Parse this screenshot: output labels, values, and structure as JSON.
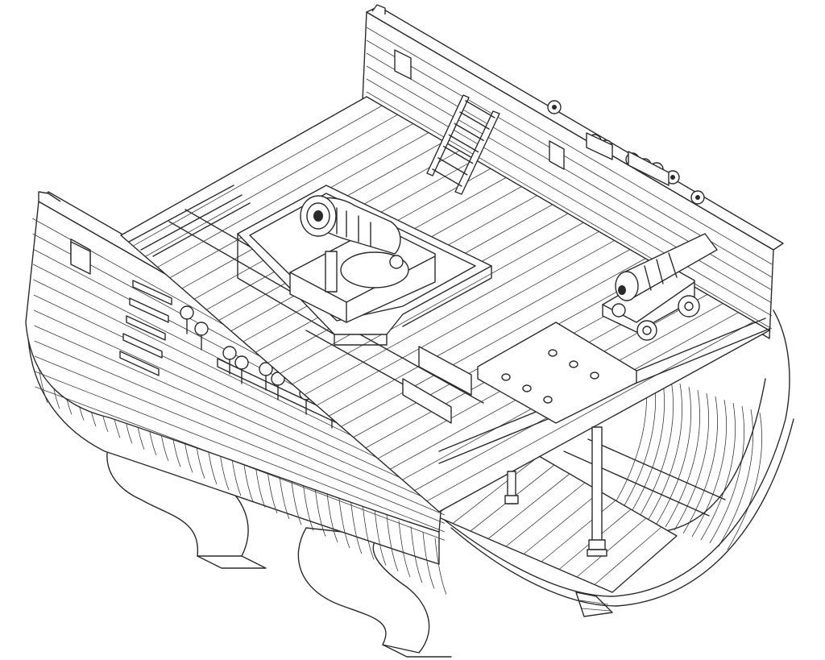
{
  "figure": {
    "subject": "ship-hull-cross-section-model",
    "style": "black-line-isometric-drawing",
    "colors": {
      "background": "#ffffff",
      "line": "#2a2a2a"
    },
    "parts": [
      "port-bulwark",
      "starboard-bulwark",
      "upper-deck",
      "hull-frames",
      "lower-deck",
      "support-cradle-stand",
      "central-hatch-coaming",
      "mortar-cannon",
      "deck-cannon-on-carriage",
      "ladder",
      "grating-hatch-cover",
      "deck-support-pillars",
      "gun-ports",
      "oar-ports",
      "belaying-pins-rail",
      "deadeyes"
    ],
    "text_labels": []
  }
}
